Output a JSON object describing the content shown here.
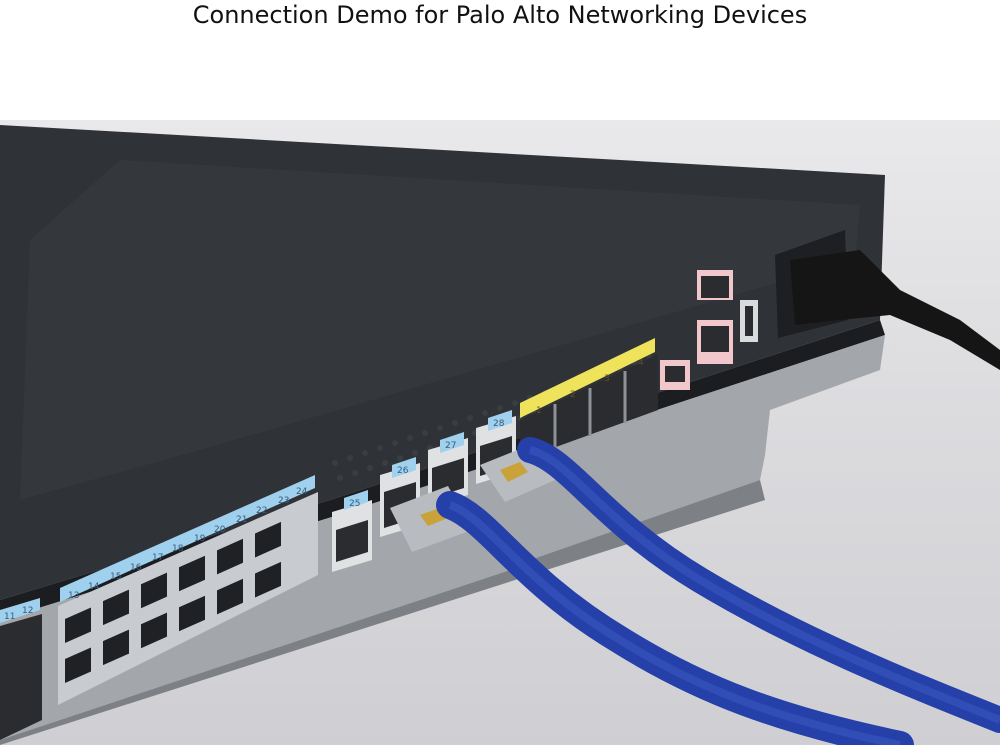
{
  "caption": "Connection Demo for Palo Alto Networking Devices",
  "colors": {
    "background": "#ffffff",
    "switch_top": "#2f3236",
    "faceplate": "#9da1a6",
    "port_label_blue": "#9fd0ee",
    "port_label_yellow": "#f0e35c",
    "cable_blue": "#2540a8",
    "power_cord": "#151515"
  },
  "photo": {
    "device": "network-switch",
    "cables": [
      "blue-patch-cable",
      "blue-patch-cable",
      "power-cord"
    ]
  },
  "port_numbers": {
    "left_block_top": [
      "13",
      "14",
      "15",
      "16",
      "17",
      "18",
      "19",
      "20",
      "21",
      "22",
      "23",
      "24"
    ],
    "left_block_far": [
      "11",
      "12"
    ],
    "sfp_ports": [
      "25",
      "26",
      "27",
      "28"
    ],
    "uplink_ports": [
      "1",
      "2",
      "3",
      "4"
    ]
  }
}
